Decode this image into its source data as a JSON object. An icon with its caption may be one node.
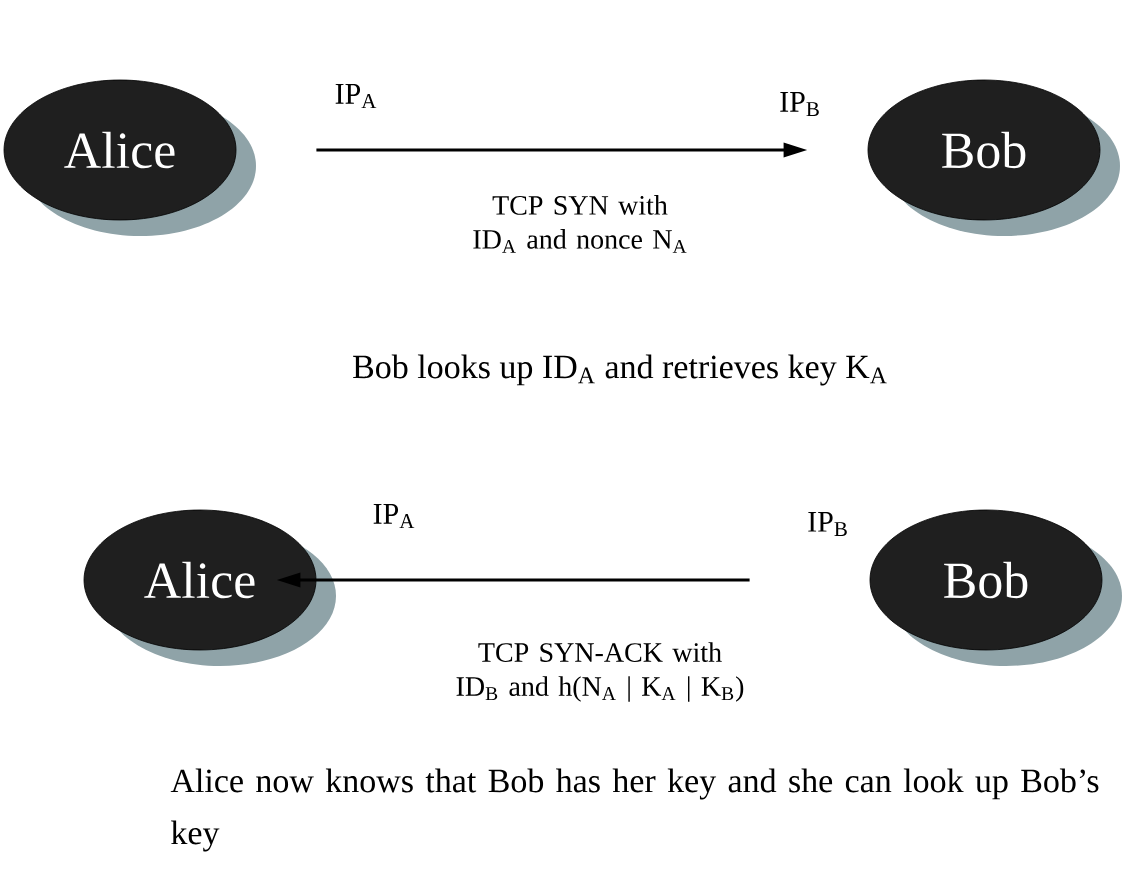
{
  "diagram": {
    "nodes": [
      {
        "text": [
          "Alice"
        ],
        "beside": [
          "IP$_{A}$"
        ]
      },
      {
        "text": [
          "Bob"
        ],
        "beside": [
          "IP$_{B}$"
        ]
      },
      {
        "text": [
          "Alice"
        ],
        "beside": [
          "IP$_{A}$"
        ]
      },
      {
        "text": [
          "Bob"
        ],
        "beside": [
          "IP$_{B}$"
        ]
      }
    ],
    "edges": [
      {
        "from": 0,
        "to": 1,
        "arrow": "to",
        "label": "TCP SYN with ID$_{A}$ and nonce N$_{A}$"
      },
      {
        "from": 3,
        "to": 2,
        "arrow": "to",
        "label": "TCP SYN-ACK with ID$_{B}$ and h(N$_{A}$ | K$_{A}$ | K$_{B}$)"
      }
    ],
    "labels": [
      "Bob looks up ID$_{A}$ and retrieves key K$_{A}$",
      "Alice now knows that Bob has her key and she can look up Bob’s key"
    ]
  }
}
